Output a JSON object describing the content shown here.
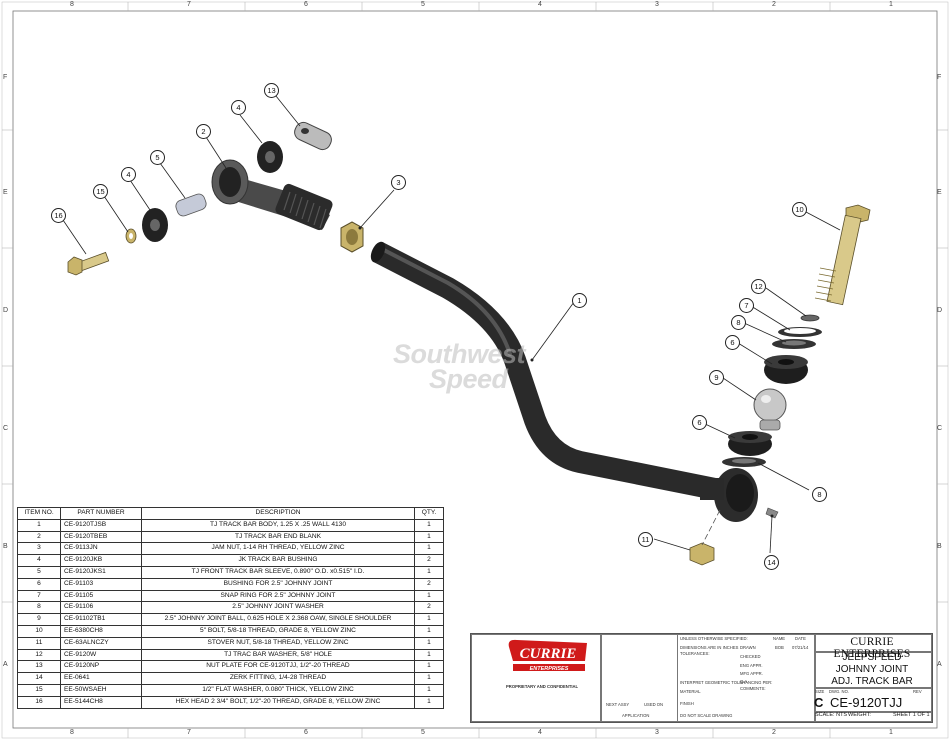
{
  "zones": {
    "top": [
      "8",
      "7",
      "6",
      "5",
      "4",
      "3",
      "2",
      "1"
    ],
    "rows": [
      "F",
      "E",
      "D",
      "C",
      "B",
      "A"
    ]
  },
  "bom": {
    "headers": [
      "ITEM NO.",
      "PART NUMBER",
      "DESCRIPTION",
      "QTY."
    ],
    "rows": [
      {
        "item": "1",
        "part": "CE-9120TJSB",
        "desc": "TJ TRACK BAR BODY, 1.25 X .25 WALL 4130",
        "qty": "1"
      },
      {
        "item": "2",
        "part": "CE-9120TBEB",
        "desc": "TJ TRACK BAR END BLANK",
        "qty": "1"
      },
      {
        "item": "3",
        "part": "CE-9113JN",
        "desc": "JAM NUT, 1-14 RH THREAD, YELLOW ZINC",
        "qty": "1"
      },
      {
        "item": "4",
        "part": "CE-9120JKB",
        "desc": "JK TRACK BAR BUSHING",
        "qty": "2"
      },
      {
        "item": "5",
        "part": "CE-9120JKS1",
        "desc": "TJ FRONT TRACK BAR SLEEVE, 0.890\" O.D. x0.515\" I.D.",
        "qty": "1"
      },
      {
        "item": "6",
        "part": "CE-91103",
        "desc": "BUSHING FOR 2.5\" JOHNNY JOINT",
        "qty": "2"
      },
      {
        "item": "7",
        "part": "CE-91105",
        "desc": "SNAP RING FOR 2.5\" JOHNNY JOINT",
        "qty": "1"
      },
      {
        "item": "8",
        "part": "CE-91106",
        "desc": "2.5\" JOHNNY JOINT WASHER",
        "qty": "2"
      },
      {
        "item": "9",
        "part": "CE-91102TB1",
        "desc": "2.5\" JOHNNY JOINT BALL, 0.625 HOLE X 2.368 OAW, SINGLE SHOULDER",
        "qty": "1"
      },
      {
        "item": "10",
        "part": "EE-6380CH8",
        "desc": "5\" BOLT, 5/8-18 THREAD, GRADE 8, YELLOW ZINC",
        "qty": "1"
      },
      {
        "item": "11",
        "part": "CE-63ALNCZY",
        "desc": "STOVER NUT, 5/8-18 THREAD, YELLOW ZINC",
        "qty": "1"
      },
      {
        "item": "12",
        "part": "CE-9120W",
        "desc": "TJ TRAC BAR WASHER, 5/8\" HOLE",
        "qty": "1"
      },
      {
        "item": "13",
        "part": "CE-9120NP",
        "desc": "NUT PLATE FOR CE-9120TJJ, 1/2\"-20 THREAD",
        "qty": "1"
      },
      {
        "item": "14",
        "part": "EE-0641",
        "desc": "ZERK FITTING, 1/4-28 THREAD",
        "qty": "1"
      },
      {
        "item": "15",
        "part": "EE-50WSAEH",
        "desc": "1/2\" FLAT WASHER, 0.080\" THICK, YELLOW ZINC",
        "qty": "1"
      },
      {
        "item": "16",
        "part": "EE-5144CH8",
        "desc": "HEX HEAD 2 3/4\" BOLT, 1/2\"-20 THREAD, GRADE 8, YELLOW ZINC",
        "qty": "1"
      }
    ]
  },
  "balloons": [
    "1",
    "2",
    "3",
    "4",
    "4",
    "5",
    "6",
    "6",
    "7",
    "8",
    "8",
    "9",
    "10",
    "11",
    "12",
    "13",
    "14",
    "15",
    "16"
  ],
  "watermark": {
    "line1": "Southwest",
    "line2": "Speed"
  },
  "title_block": {
    "logo_text": "CURRIE",
    "logo_sub": "ENTERPRISES",
    "company": "CURRIE ENTERPRISES",
    "title_lines": [
      "JEEPSPEED",
      "JOHNNY JOINT",
      "ADJ. TRACK BAR"
    ],
    "size_label": "SIZE",
    "size": "C",
    "dwg_label": "DWG. NO.",
    "dwg_no": "CE-9120TJJ",
    "rev_label": "REV",
    "scale": "SCALE: NTS",
    "weight": "WEIGHT:",
    "sheet": "SHEET 1 OF 1",
    "unless": "UNLESS OTHERWISE SPECIFIED:",
    "name_col": "NAME",
    "date_col": "DATE",
    "drawn": "DRAWN",
    "drawn_by": "BOB",
    "drawn_date": "07/21/14",
    "checked": "CHECKED",
    "eng_appr": "ENG APPR.",
    "mfg_appr": "MFG APPR.",
    "qa": "Q.A.",
    "comments": "COMMENTS:",
    "material": "MATERIAL",
    "finish": "FINISH",
    "next_assy": "NEXT ASSY",
    "used_on": "USED ON",
    "application": "APPLICATION",
    "do_not_scale": "DO NOT SCALE DRAWING",
    "proprietary": "PROPRIETARY AND CONFIDENTIAL",
    "dims_note": "DIMENSIONS ARE IN INCHES",
    "tolerances": "TOLERANCES:",
    "interpret": "INTERPRET GEOMETRIC TOLERANCING PER:"
  }
}
